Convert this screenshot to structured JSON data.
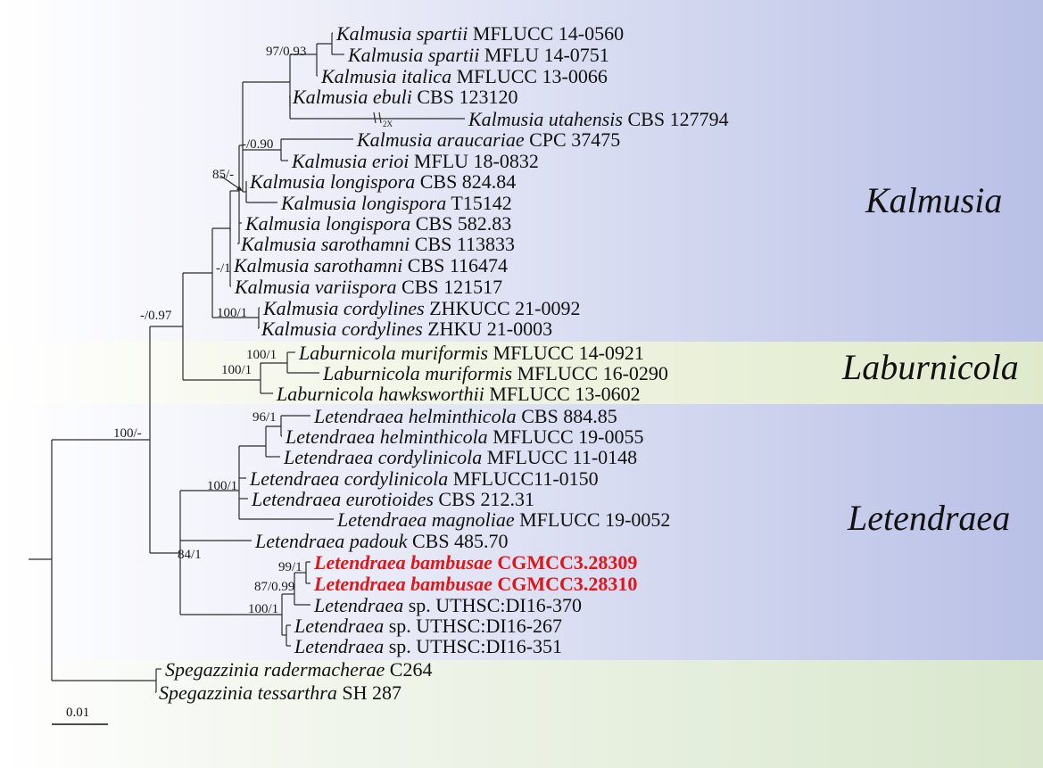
{
  "clades": [
    {
      "name": "Kalmusia",
      "color": "#bcc3e8"
    },
    {
      "name": "Laburnicola",
      "color": "#e3ebcf"
    },
    {
      "name": "Letendraea",
      "color": "#bcc3e8"
    },
    {
      "name": "",
      "color": "#dbe8cf"
    }
  ],
  "taxa": [
    {
      "genus": "Kalmusia",
      "epithet": "spartii",
      "strain": "MFLUCC 14-0560"
    },
    {
      "genus": "Kalmusia",
      "epithet": "spartii",
      "strain": "MFLU 14-0751"
    },
    {
      "genus": "Kalmusia",
      "epithet": "italica",
      "strain": "MFLUCC 13-0066"
    },
    {
      "genus": "Kalmusia",
      "epithet": "ebuli",
      "strain": "CBS 123120"
    },
    {
      "genus": "Kalmusia",
      "epithet": "utahensis",
      "strain": "CBS 127794"
    },
    {
      "genus": "Kalmusia",
      "epithet": "araucariae",
      "strain": "CPC 37475"
    },
    {
      "genus": "Kalmusia",
      "epithet": "erioi",
      "strain": "MFLU 18-0832"
    },
    {
      "genus": "Kalmusia",
      "epithet": "longispora",
      "strain": "CBS 824.84"
    },
    {
      "genus": "Kalmusia",
      "epithet": "longispora",
      "strain": "T15142"
    },
    {
      "genus": "Kalmusia",
      "epithet": "longispora",
      "strain": "CBS 582.83"
    },
    {
      "genus": "Kalmusia",
      "epithet": "sarothamni",
      "strain": "CBS 113833"
    },
    {
      "genus": "Kalmusia",
      "epithet": "sarothamni",
      "strain": "CBS 116474"
    },
    {
      "genus": "Kalmusia",
      "epithet": "variispora",
      "strain": "CBS 121517"
    },
    {
      "genus": "Kalmusia",
      "epithet": "cordylines",
      "strain": "ZHKUCC 21-0092"
    },
    {
      "genus": "Kalmusia",
      "epithet": "cordylines",
      "strain": "ZHKU 21-0003"
    },
    {
      "genus": "Laburnicola",
      "epithet": "muriformis",
      "strain": "MFLUCC 14-0921"
    },
    {
      "genus": "Laburnicola",
      "epithet": "muriformis",
      "strain": "MFLUCC 16-0290"
    },
    {
      "genus": "Laburnicola",
      "epithet": "hawksworthii",
      "strain": "MFLUCC 13-0602"
    },
    {
      "genus": "Letendraea",
      "epithet": "helminthicola",
      "strain": "CBS 884.85"
    },
    {
      "genus": "Letendraea",
      "epithet": "helminthicola",
      "strain": "MFLUCC 19-0055"
    },
    {
      "genus": "Letendraea",
      "epithet": "cordylinicola",
      "strain": "MFLUCC 11-0148"
    },
    {
      "genus": "Letendraea",
      "epithet": "cordylinicola",
      "strain": "MFLUCC11-0150"
    },
    {
      "genus": "Letendraea",
      "epithet": "eurotioides",
      "strain": "CBS 212.31"
    },
    {
      "genus": "Letendraea",
      "epithet": "magnoliae",
      "strain": "MFLUCC 19-0052"
    },
    {
      "genus": "Letendraea",
      "epithet": "padouk",
      "strain": "CBS 485.70"
    },
    {
      "genus": "Letendraea",
      "epithet": "bambusae",
      "strain": "CGMCC3.28309",
      "highlight": true
    },
    {
      "genus": "Letendraea",
      "epithet": "bambusae",
      "strain": "CGMCC3.28310",
      "highlight": true
    },
    {
      "genus": "Letendraea",
      "epithet": "",
      "strain": "sp. UTHSC:DI16-370"
    },
    {
      "genus": "Letendraea",
      "epithet": "",
      "strain": "sp. UTHSC:DI16-267"
    },
    {
      "genus": "Letendraea",
      "epithet": "",
      "strain": "sp. UTHSC:DI16-351"
    },
    {
      "genus": "Spegazzinia",
      "epithet": "radermacherae",
      "strain": "C264"
    },
    {
      "genus": "Spegazzinia",
      "epithet": "tessarthra",
      "strain": "SH 287"
    }
  ],
  "supports": [
    "97/0.93",
    "-/0.90",
    "85/-",
    "-/1",
    "100/1",
    "-/0.97",
    "100/1",
    "100/1",
    "100/-",
    "96/1",
    "100/1",
    "84/1",
    "99/1",
    "87/0.99",
    "100/1",
    "100/1"
  ],
  "break_label": "2X",
  "scale_label": "0.01",
  "highlight_color": "#e0161b"
}
